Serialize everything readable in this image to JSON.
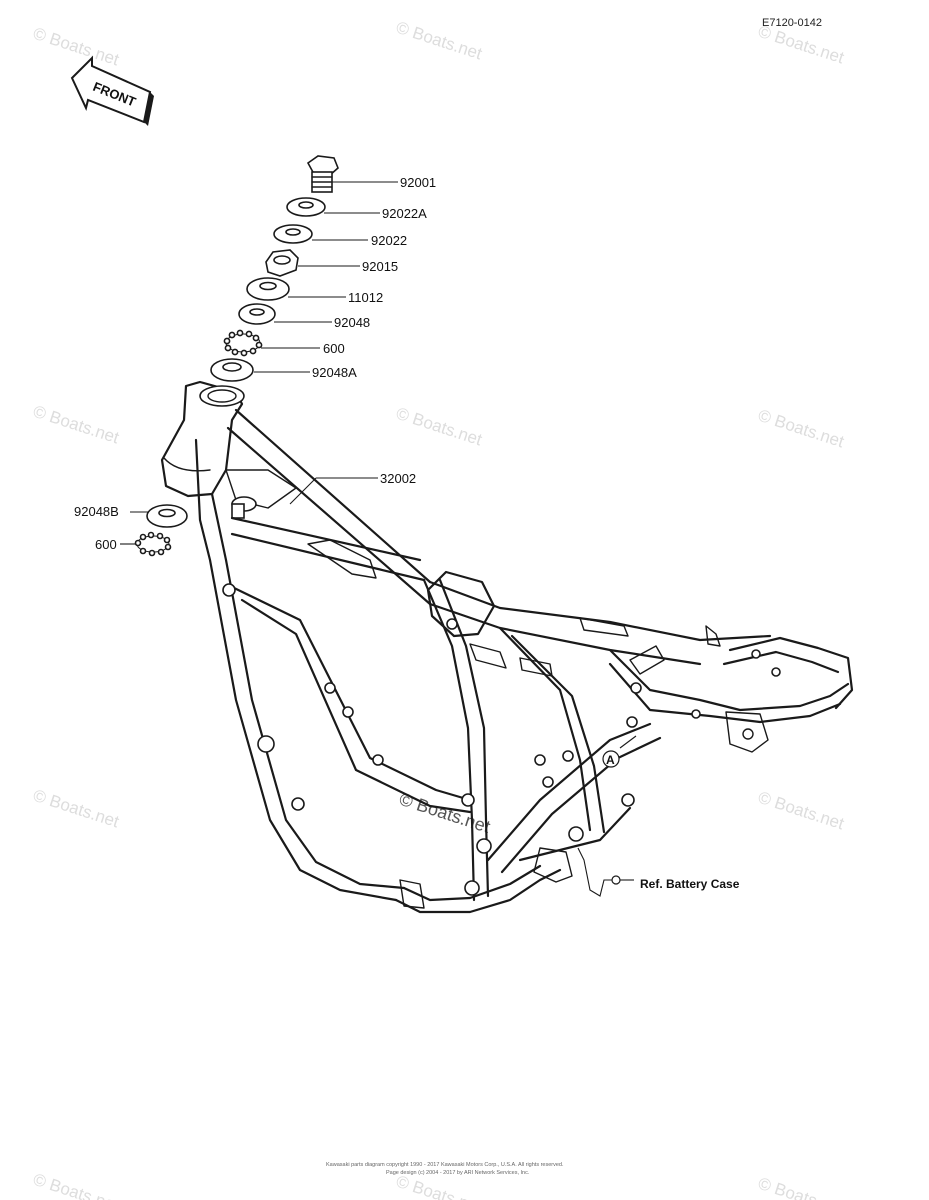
{
  "diagram": {
    "code": "E7120-0142",
    "front_label": "FRONT",
    "circled_marker": "A",
    "reference_note": "Ref. Battery Case"
  },
  "parts": [
    {
      "id": "92001",
      "label": "92001",
      "name": "head-bolt"
    },
    {
      "id": "92022A",
      "label": "92022A",
      "name": "washer"
    },
    {
      "id": "92022",
      "label": "92022",
      "name": "washer"
    },
    {
      "id": "92015",
      "label": "92015",
      "name": "stem-nut"
    },
    {
      "id": "11012",
      "label": "11012",
      "name": "cap"
    },
    {
      "id": "92048",
      "label": "92048",
      "name": "race"
    },
    {
      "id": "600-upper",
      "label": "600",
      "name": "steel-balls"
    },
    {
      "id": "92048A",
      "label": "92048A",
      "name": "race"
    },
    {
      "id": "32002",
      "label": "32002",
      "name": "frame"
    },
    {
      "id": "92048B",
      "label": "92048B",
      "name": "race"
    },
    {
      "id": "600-lower",
      "label": "600",
      "name": "steel-balls"
    }
  ],
  "watermark": {
    "text": "© Boats.net"
  },
  "footer": {
    "line1": "Kawasaki parts diagram copyright 1990 - 2017 Kawasaki Motors Corp., U.S.A. All rights reserved.",
    "line2": "Page design (c) 2004 - 2017 by ARI Network Services, Inc."
  }
}
